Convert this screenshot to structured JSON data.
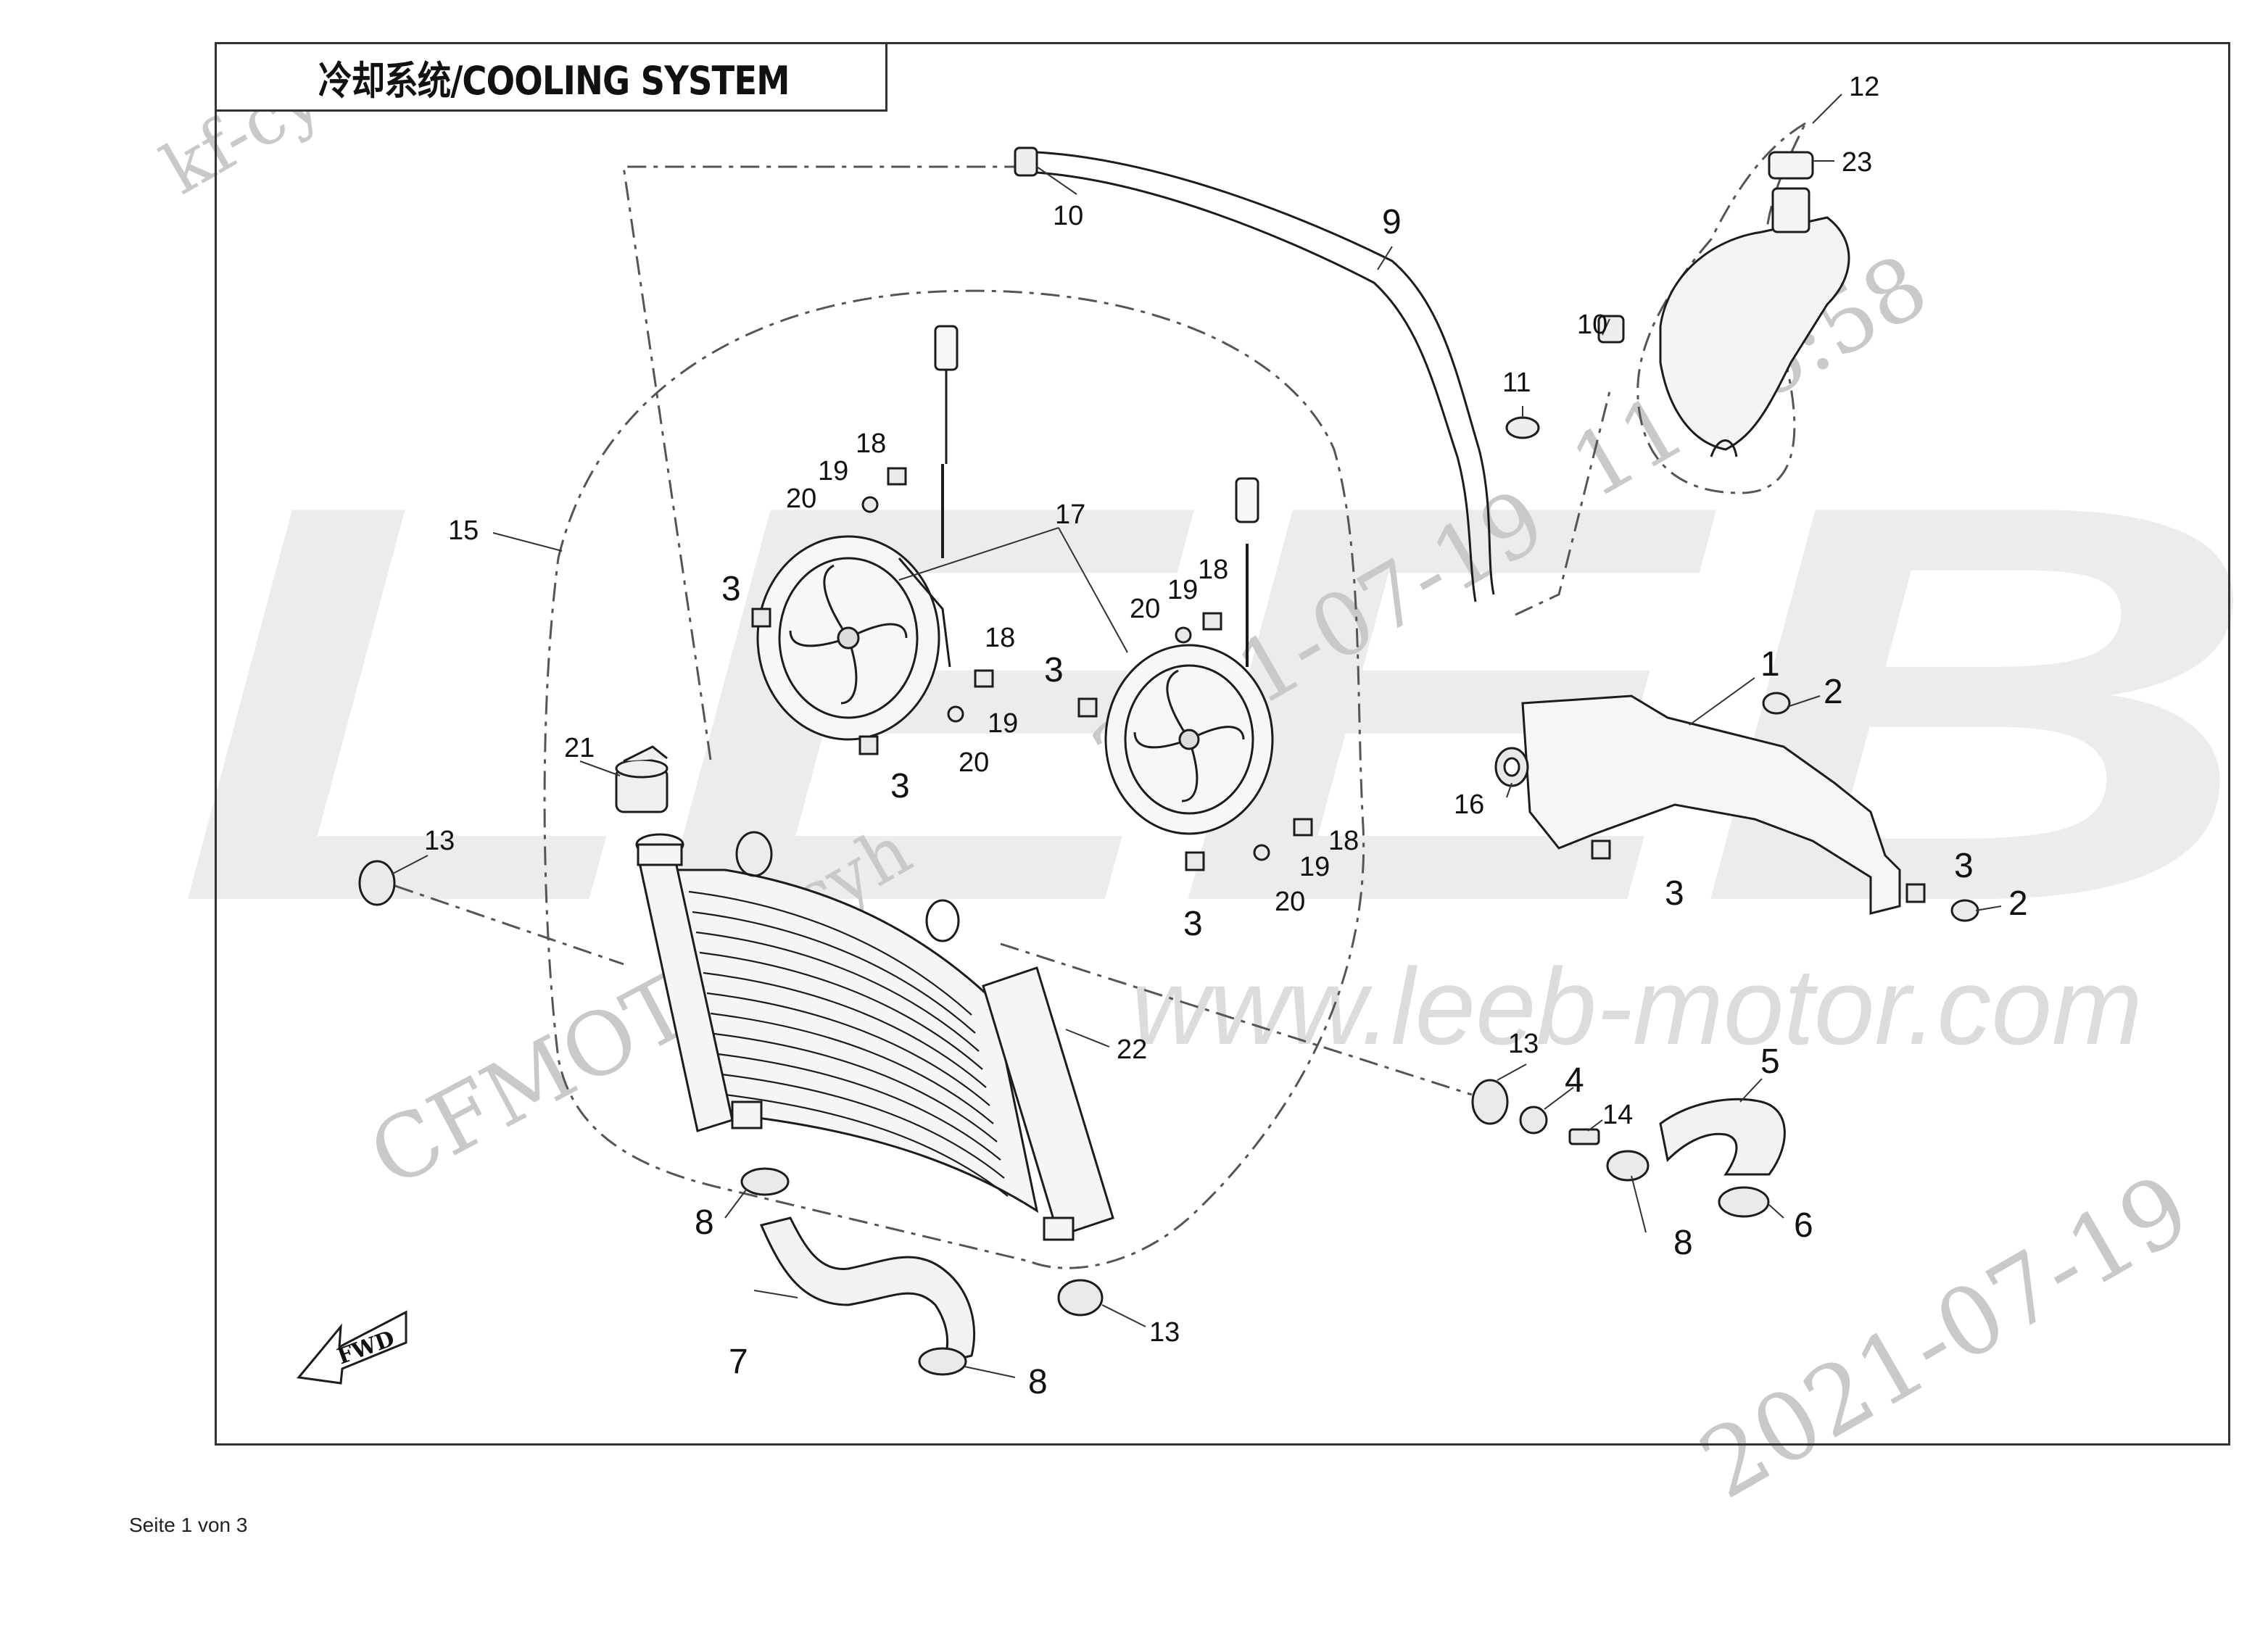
{
  "title": "冷却系统/COOLING SYSTEM",
  "footer": "Seite 1 von 3",
  "watermarks": {
    "brand": "LEEB",
    "website": "www.leeb-motor.com",
    "maker": "CFMOTO",
    "user_top": "kf-cyh",
    "user_mid": "kf-cyh",
    "date_1": "2021-07-19",
    "date_2": "2021-07-19",
    "time": "11:46:58"
  },
  "direction_arrow": "FWD",
  "callouts": [
    {
      "id": "c1",
      "text": "1"
    },
    {
      "id": "c2a",
      "text": "2"
    },
    {
      "id": "c2b",
      "text": "2"
    },
    {
      "id": "c3a",
      "text": "3"
    },
    {
      "id": "c3b",
      "text": "3"
    },
    {
      "id": "c3c",
      "text": "3"
    },
    {
      "id": "c3d",
      "text": "3"
    },
    {
      "id": "c3e",
      "text": "3"
    },
    {
      "id": "c3f",
      "text": "3"
    },
    {
      "id": "c4",
      "text": "4"
    },
    {
      "id": "c5",
      "text": "5"
    },
    {
      "id": "c6",
      "text": "6"
    },
    {
      "id": "c7",
      "text": "7"
    },
    {
      "id": "c8a",
      "text": "8"
    },
    {
      "id": "c8b",
      "text": "8"
    },
    {
      "id": "c8c",
      "text": "8"
    },
    {
      "id": "c9",
      "text": "9"
    },
    {
      "id": "c10a",
      "text": "10"
    },
    {
      "id": "c10b",
      "text": "10"
    },
    {
      "id": "c11",
      "text": "11"
    },
    {
      "id": "c12",
      "text": "12"
    },
    {
      "id": "c13a",
      "text": "13"
    },
    {
      "id": "c13b",
      "text": "13"
    },
    {
      "id": "c13c",
      "text": "13"
    },
    {
      "id": "c14",
      "text": "14"
    },
    {
      "id": "c15",
      "text": "15"
    },
    {
      "id": "c16",
      "text": "16"
    },
    {
      "id": "c17",
      "text": "17"
    },
    {
      "id": "c18a",
      "text": "18"
    },
    {
      "id": "c18b",
      "text": "18"
    },
    {
      "id": "c18c",
      "text": "18"
    },
    {
      "id": "c18d",
      "text": "18"
    },
    {
      "id": "c19a",
      "text": "19"
    },
    {
      "id": "c19b",
      "text": "19"
    },
    {
      "id": "c19c",
      "text": "19"
    },
    {
      "id": "c19d",
      "text": "19"
    },
    {
      "id": "c20a",
      "text": "20"
    },
    {
      "id": "c20b",
      "text": "20"
    },
    {
      "id": "c20c",
      "text": "20"
    },
    {
      "id": "c20d",
      "text": "20"
    },
    {
      "id": "c21",
      "text": "21"
    },
    {
      "id": "c22",
      "text": "22"
    },
    {
      "id": "c23",
      "text": "23"
    }
  ]
}
